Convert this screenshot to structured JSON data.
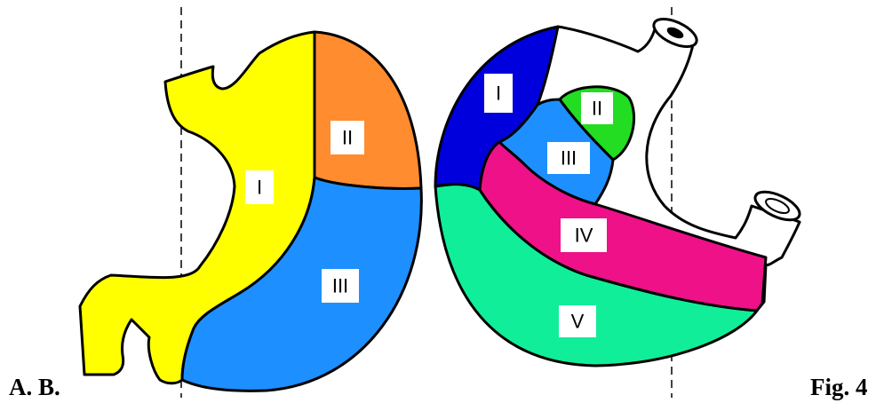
{
  "figure": {
    "left_caption": "A. B.",
    "right_caption": "Fig. 4"
  },
  "diagram_a": {
    "regions": [
      {
        "label": "I",
        "color": "#ffff00"
      },
      {
        "label": "II",
        "color": "#ff8c2e"
      },
      {
        "label": "III",
        "color": "#1e8fff"
      }
    ]
  },
  "diagram_b": {
    "regions": [
      {
        "label": "I",
        "color": "#0000dd"
      },
      {
        "label": "II",
        "color": "#22dd22"
      },
      {
        "label": "III",
        "color": "#1e8fff"
      },
      {
        "label": "IV",
        "color": "#ee1188"
      },
      {
        "label": "V",
        "color": "#11ee99"
      }
    ]
  }
}
